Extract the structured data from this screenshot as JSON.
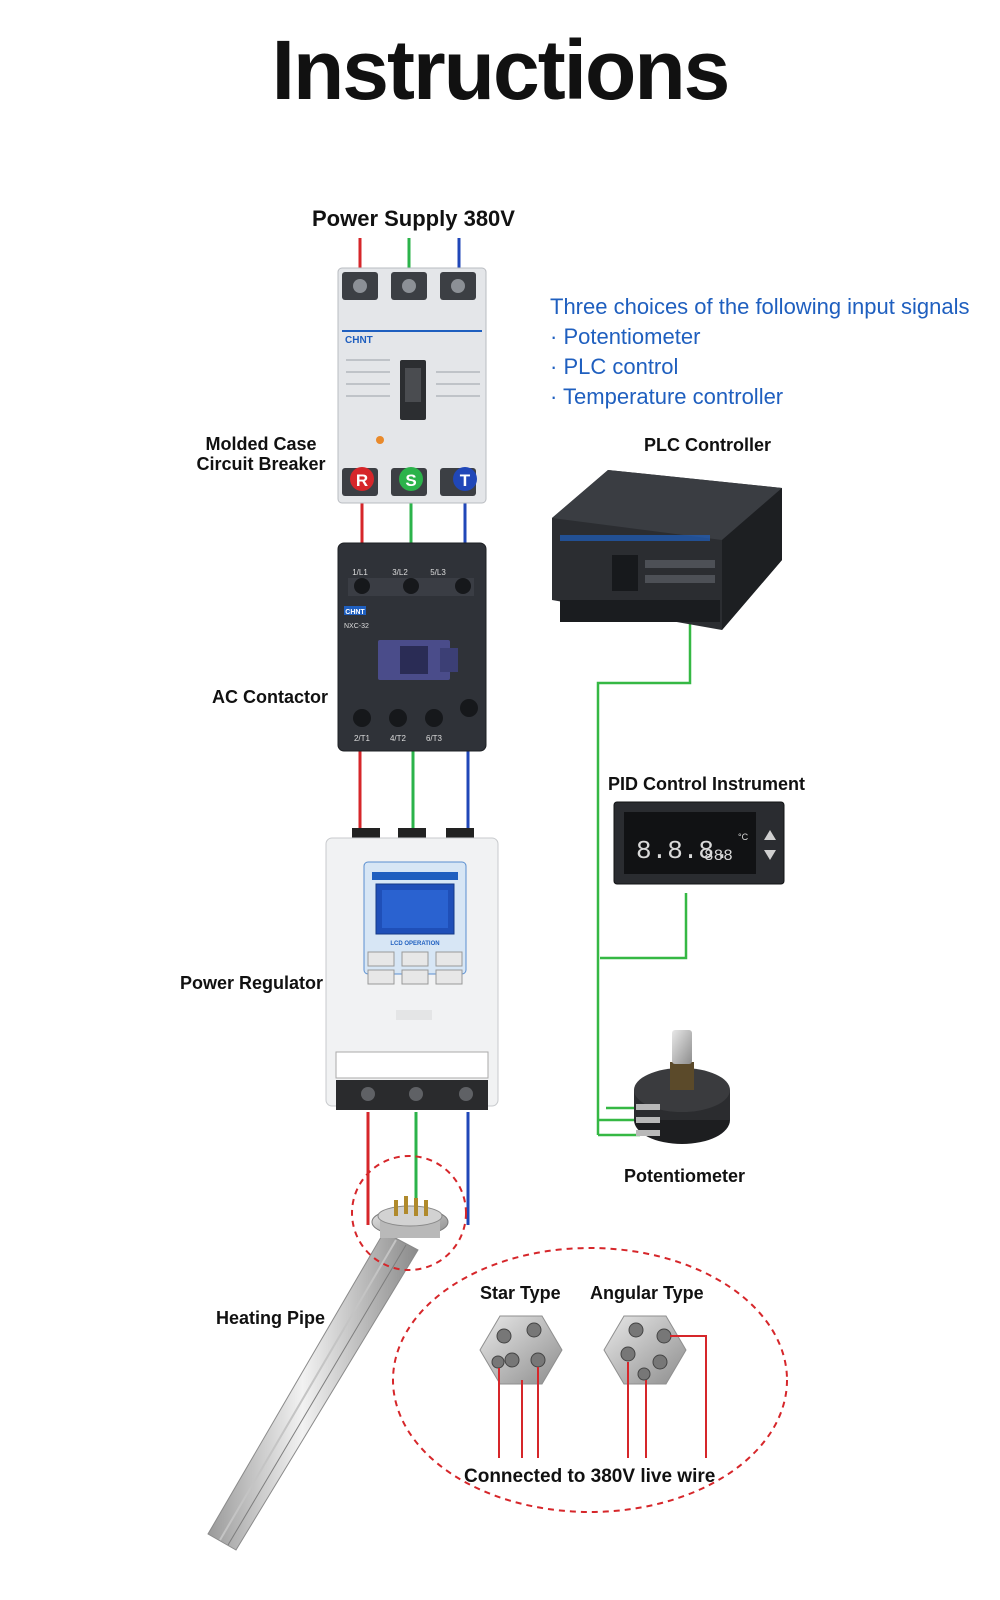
{
  "title": "Instructions",
  "power_supply": "Power Supply 380V",
  "input_signals": {
    "heading": "Three choices of the following input signals",
    "items": [
      "· Potentiometer",
      "· PLC control",
      "· Temperature controller"
    ]
  },
  "components": {
    "breaker": {
      "label_line1": "Molded Case",
      "label_line2": "Circuit Breaker",
      "brand": "CHNT",
      "phases": [
        "R",
        "S",
        "T"
      ]
    },
    "contactor": {
      "label": "AC Contactor",
      "brand": "CHNT",
      "model": "NXC-32",
      "top_terminals": [
        "1/L1",
        "3/L2",
        "5/L3"
      ],
      "bottom_terminals": [
        "2/T1",
        "4/T2",
        "6/T3"
      ]
    },
    "regulator": {
      "label": "Power Regulator",
      "panel_text": "LCD OPERATION"
    },
    "heating_pipe": {
      "label": "Heating Pipe"
    },
    "plc": {
      "label": "PLC Controller"
    },
    "pid": {
      "label": "PID Control Instrument",
      "display_main": "8.8.8.",
      "display_sub": "888",
      "unit": "°C"
    },
    "potentiometer": {
      "label": "Potentiometer"
    }
  },
  "wiring_types": {
    "star": "Star Type",
    "angular": "Angular Type",
    "note": "Connected to 380V live wire"
  },
  "colors": {
    "phase_r": "#d6262a",
    "phase_s": "#2bb34a",
    "phase_t": "#2047b8",
    "signal_wire": "#35b844",
    "info_text": "#1f5fbf",
    "dashed_circle": "#d6262a"
  }
}
